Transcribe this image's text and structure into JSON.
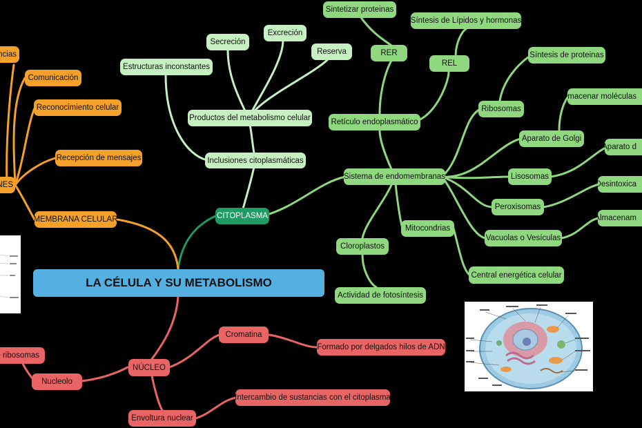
{
  "title": "LA CÉLULA Y SU METABOLISMO",
  "citoplasma": {
    "label": "CITOPLASMA",
    "inclusiones": "Inclusiones citoplasmáticas",
    "estructuras": "Estructuras inconstantes",
    "productos": "Productos del metabolismo celular",
    "secrecion": "Secreción",
    "excrecion": "Excreción",
    "reserva": "Reserva",
    "endomembranas": "Sistema de endomembranas",
    "reticulo": "Retículo endoplasmático",
    "rer": "RER",
    "rer_fn": "Sintetizar proteinas",
    "rel": "REL",
    "rel_fn": "Síntesis de Lípidos y hormonas",
    "ribosomas": "Ribosomas",
    "ribosomas_fn": "Síntesis de proteinas",
    "golgi": "Aparato de Golgi",
    "golgi_fn": "Almacenar moléculas",
    "lisosomas": "Lisosomas",
    "lisosomas_fn": "Aparato d",
    "peroxisomas": "Peroxisomas",
    "peroxisomas_fn": "Desintoxica",
    "vacuolas": "Vacuolas o Vesículas",
    "vacuolas_fn": "Almacenam",
    "mitocondrias": "Mitocondrias",
    "mitocondrias_fn": "Central energética celular",
    "cloroplastos": "Cloroplastos",
    "cloroplastos_fn": "Actividad de fotosíntesis"
  },
  "membrana": {
    "label": "MEMBRANA CELULAR",
    "funciones": "NES",
    "comunicacion": "Comunicación",
    "reconocimiento": "Reconocimiento celular",
    "recepcion": "Recepción de mensajes",
    "top": "ncias"
  },
  "nucleo": {
    "label": "NÚCLEO",
    "cromatina": "Cromatina",
    "cromatina_fn": "Formado por delgados hilos de ADN",
    "nucleolo": "Nucleolo",
    "nucleolo_fn": "e ribosomas",
    "envoltura": "Envoltura nuclear",
    "envoltura_fn": "Intercambio de sustancias con el citoplasma"
  },
  "colors": {
    "light_green": "#c6f0c2",
    "green": "#8fd87f",
    "dark_green": "#1e9c63",
    "orange": "#f3a12b",
    "red": "#e96565",
    "blue": "#54b0e0"
  }
}
